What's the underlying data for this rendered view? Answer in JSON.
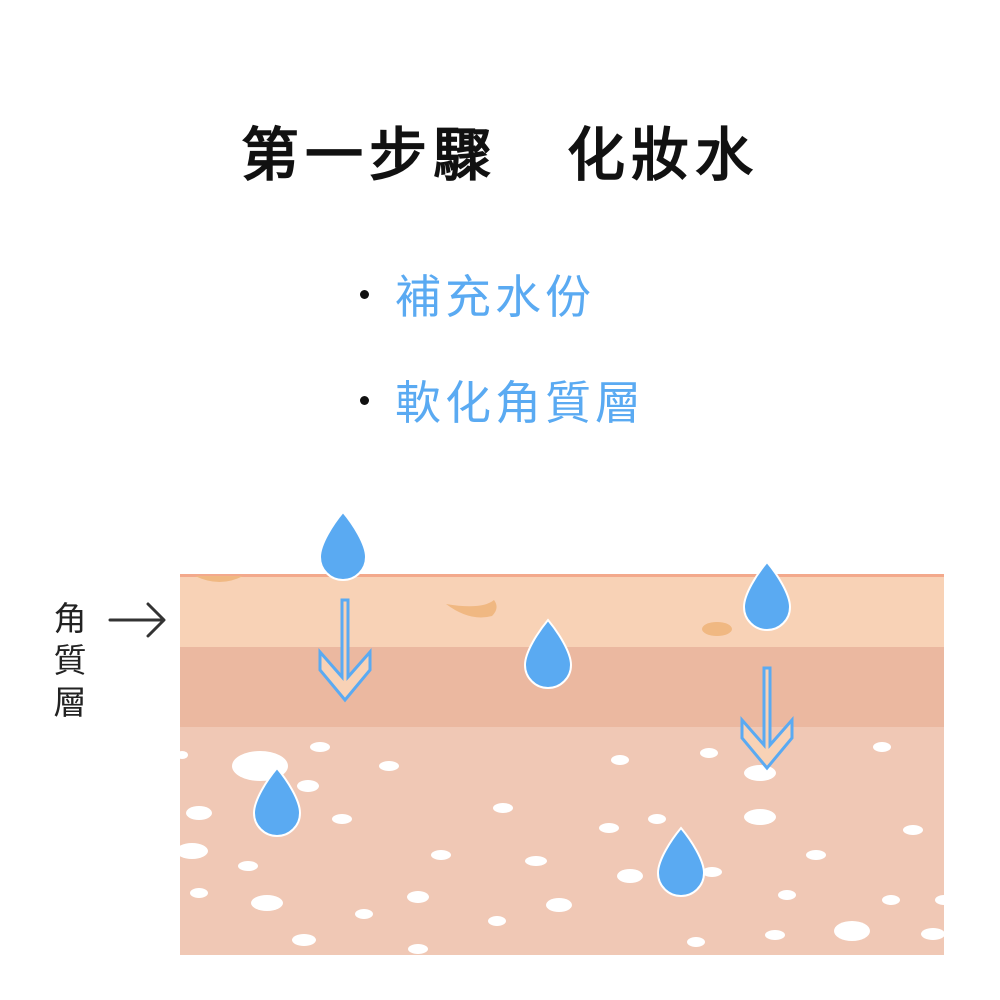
{
  "title": {
    "part1": "第一步驟",
    "part2": "化妝水"
  },
  "bullets": [
    "補充水份",
    "軟化角質層"
  ],
  "layer_label": [
    "角",
    "質",
    "層"
  ],
  "colors": {
    "title": "#111111",
    "bullet_text": "#5aaaf2",
    "drop": "#5aaaf2",
    "stratum_corneum_top": "#f8d2b6",
    "stratum_corneum_edge": "#f3a98c",
    "middle_layer": "#ebb8a0",
    "dermis": "#f0c8b5",
    "pores": "#ffffff",
    "spots": "#f0b882",
    "label_arrow": "#333333"
  },
  "icons": [
    "water-drop-icon",
    "down-arrow-icon",
    "right-arrow-icon"
  ]
}
